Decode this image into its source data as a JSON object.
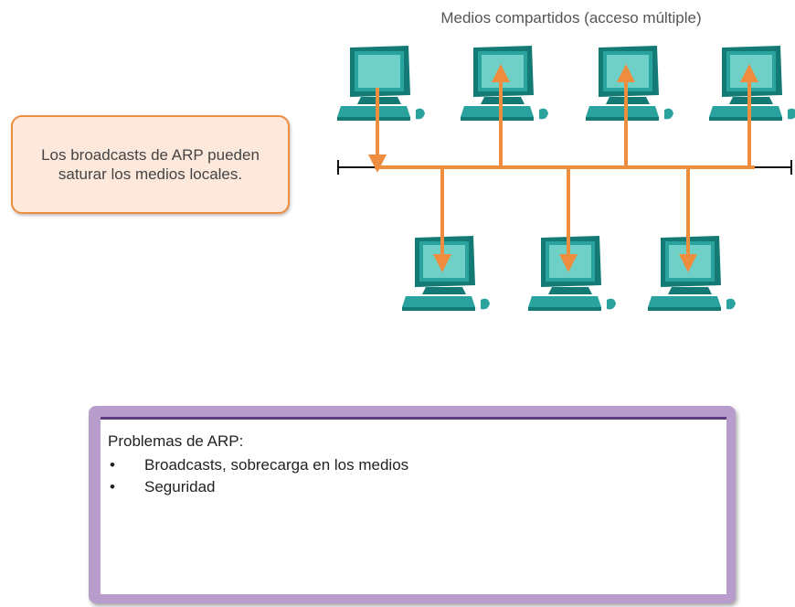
{
  "diagram": {
    "title": "Medios compartidos (acceso múltiple)",
    "callout": "Los broadcasts de ARP pueden saturar los medios locales.",
    "colors": {
      "bus": "#ef8d3f",
      "computer": "#2aa39e",
      "callout_fill": "#fde8dc",
      "callout_border": "#ef8d3f",
      "panel_border": "#b79ccc",
      "panel_rule": "#5d3c80"
    },
    "computers": [
      {
        "name": "top-1",
        "row": "top",
        "arrow": "down"
      },
      {
        "name": "top-2",
        "row": "top",
        "arrow": "up"
      },
      {
        "name": "top-3",
        "row": "top",
        "arrow": "up"
      },
      {
        "name": "top-4",
        "row": "top",
        "arrow": "up"
      },
      {
        "name": "bottom-1",
        "row": "bottom",
        "arrow": "down"
      },
      {
        "name": "bottom-2",
        "row": "bottom",
        "arrow": "down"
      },
      {
        "name": "bottom-3",
        "row": "bottom",
        "arrow": "down"
      }
    ]
  },
  "panel": {
    "heading": "Problemas de ARP:",
    "items": [
      "Broadcasts, sobrecarga en los medios",
      "Seguridad"
    ]
  }
}
